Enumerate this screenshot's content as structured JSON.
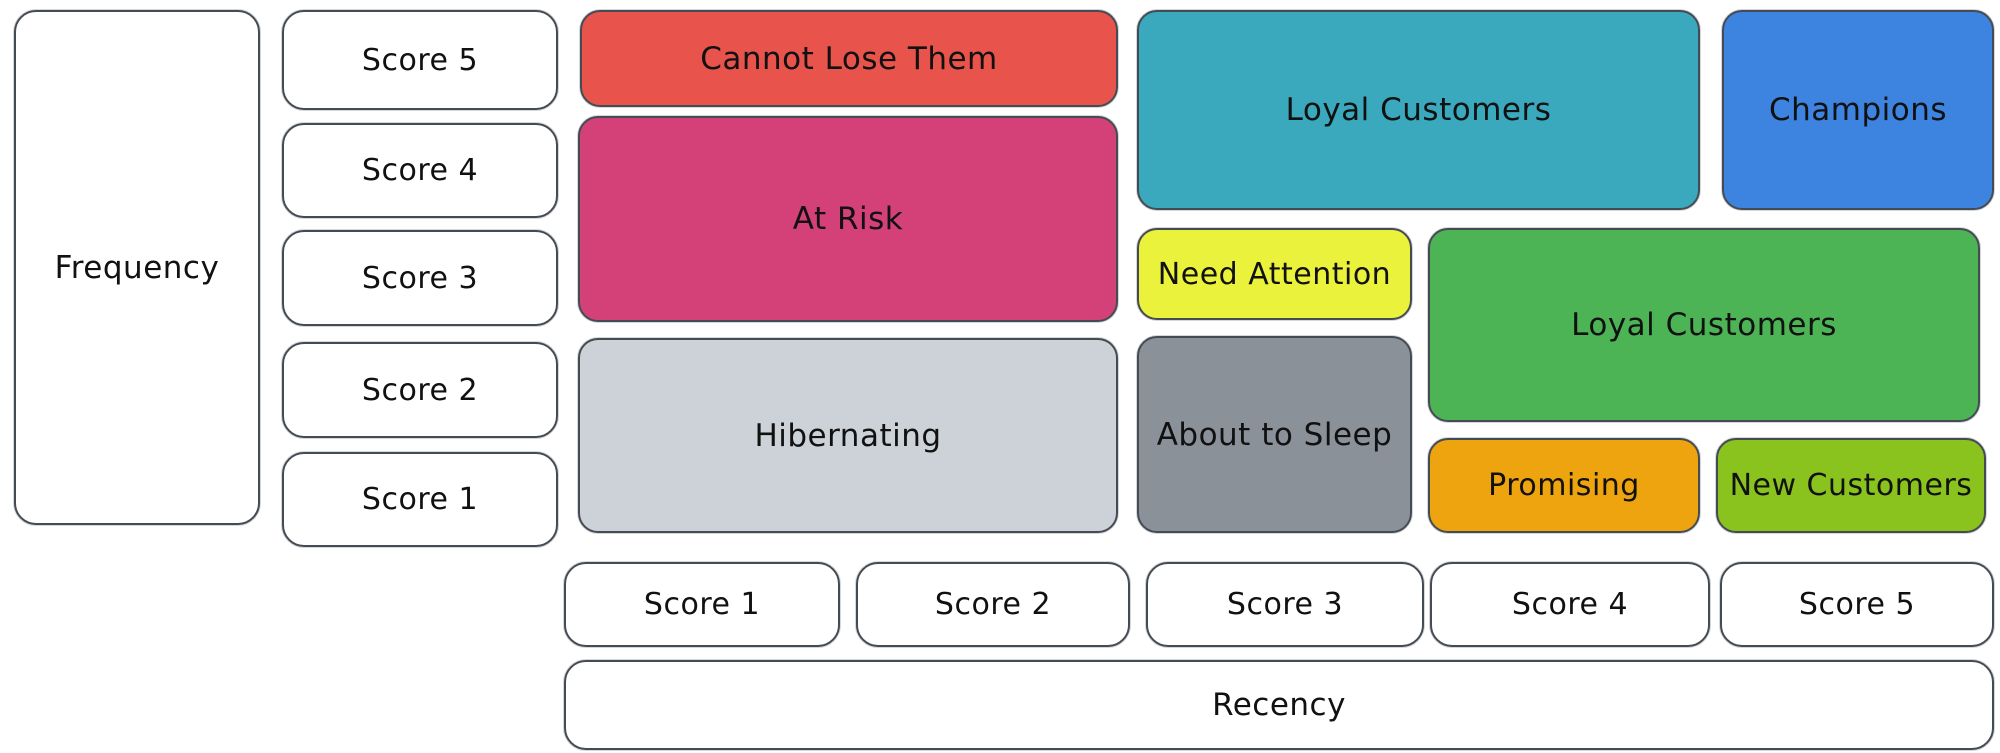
{
  "canvas": {
    "background": "#ffffff",
    "ink": "#454b52",
    "text_color": "#111111"
  },
  "axes": {
    "frequency": {
      "label": "Frequency",
      "scores": [
        "Score 5",
        "Score 4",
        "Score 3",
        "Score 2",
        "Score 1"
      ]
    },
    "recency": {
      "label": "Recency",
      "scores": [
        "Score 1",
        "Score 2",
        "Score 3",
        "Score 4",
        "Score 5"
      ]
    }
  },
  "segments": [
    {
      "id": "cannot-lose-them",
      "label": "Cannot Lose Them",
      "color": "#e8544c"
    },
    {
      "id": "at-risk",
      "label": "At Risk",
      "color": "#d44179"
    },
    {
      "id": "hibernating",
      "label": "Hibernating",
      "color": "#ccd2d8"
    },
    {
      "id": "loyal-customers-upper",
      "label": "Loyal Customers",
      "color": "#3aa8bd"
    },
    {
      "id": "champions",
      "label": "Champions",
      "color": "#3d83e0"
    },
    {
      "id": "need-attention",
      "label": "Need Attention",
      "color": "#ebf23b"
    },
    {
      "id": "about-to-sleep",
      "label": "About to Sleep",
      "color": "#8a9199"
    },
    {
      "id": "loyal-customers-right",
      "label": "Loyal Customers",
      "color": "#4db456"
    },
    {
      "id": "promising",
      "label": "Promising",
      "color": "#eea40e"
    },
    {
      "id": "new-customers",
      "label": "New Customers",
      "color": "#8ac21e"
    }
  ]
}
